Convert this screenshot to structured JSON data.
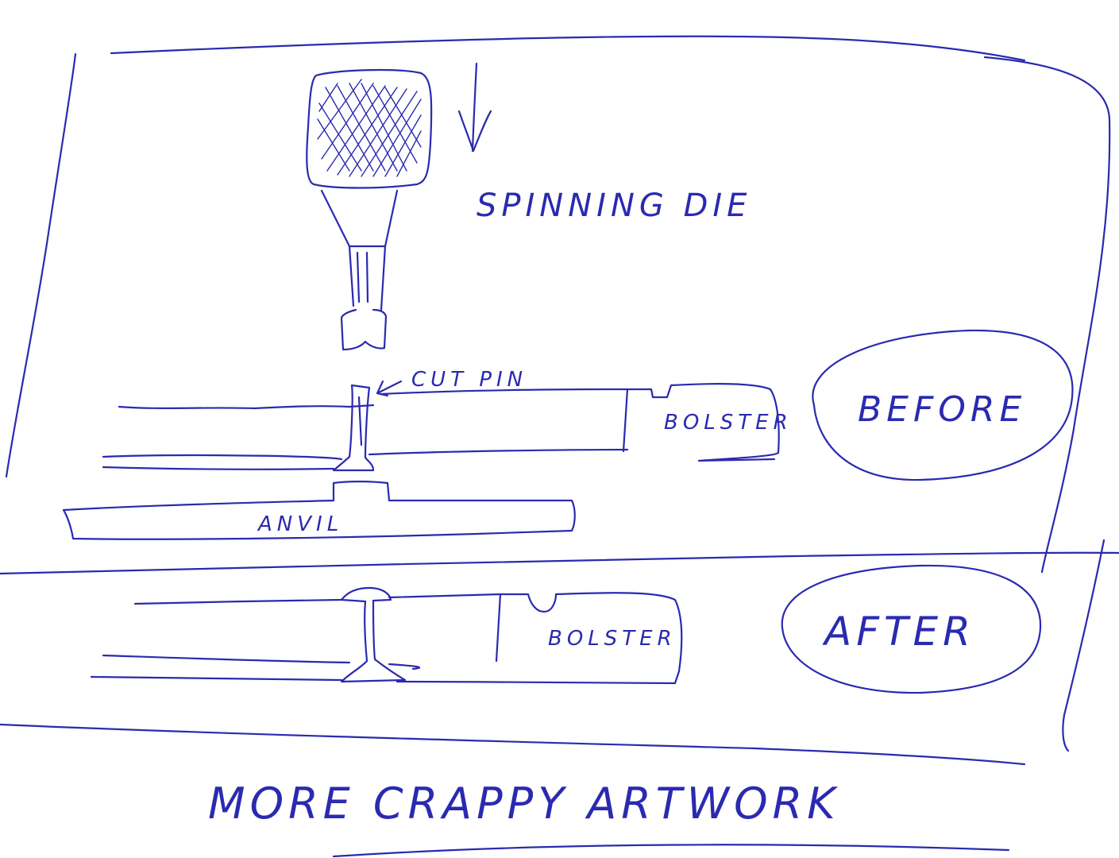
{
  "ink_color": "#2a2ab0",
  "labels": {
    "spinning_die": "SPINNING DIE",
    "cut_pin": "CUT PIN",
    "bolster_before": "BOLSTER",
    "before": "BEFORE",
    "anvil": "ANVIL",
    "bolster_after": "BOLSTER",
    "after": "AFTER",
    "footer": "MORE CRAPPY ARTWORK"
  }
}
